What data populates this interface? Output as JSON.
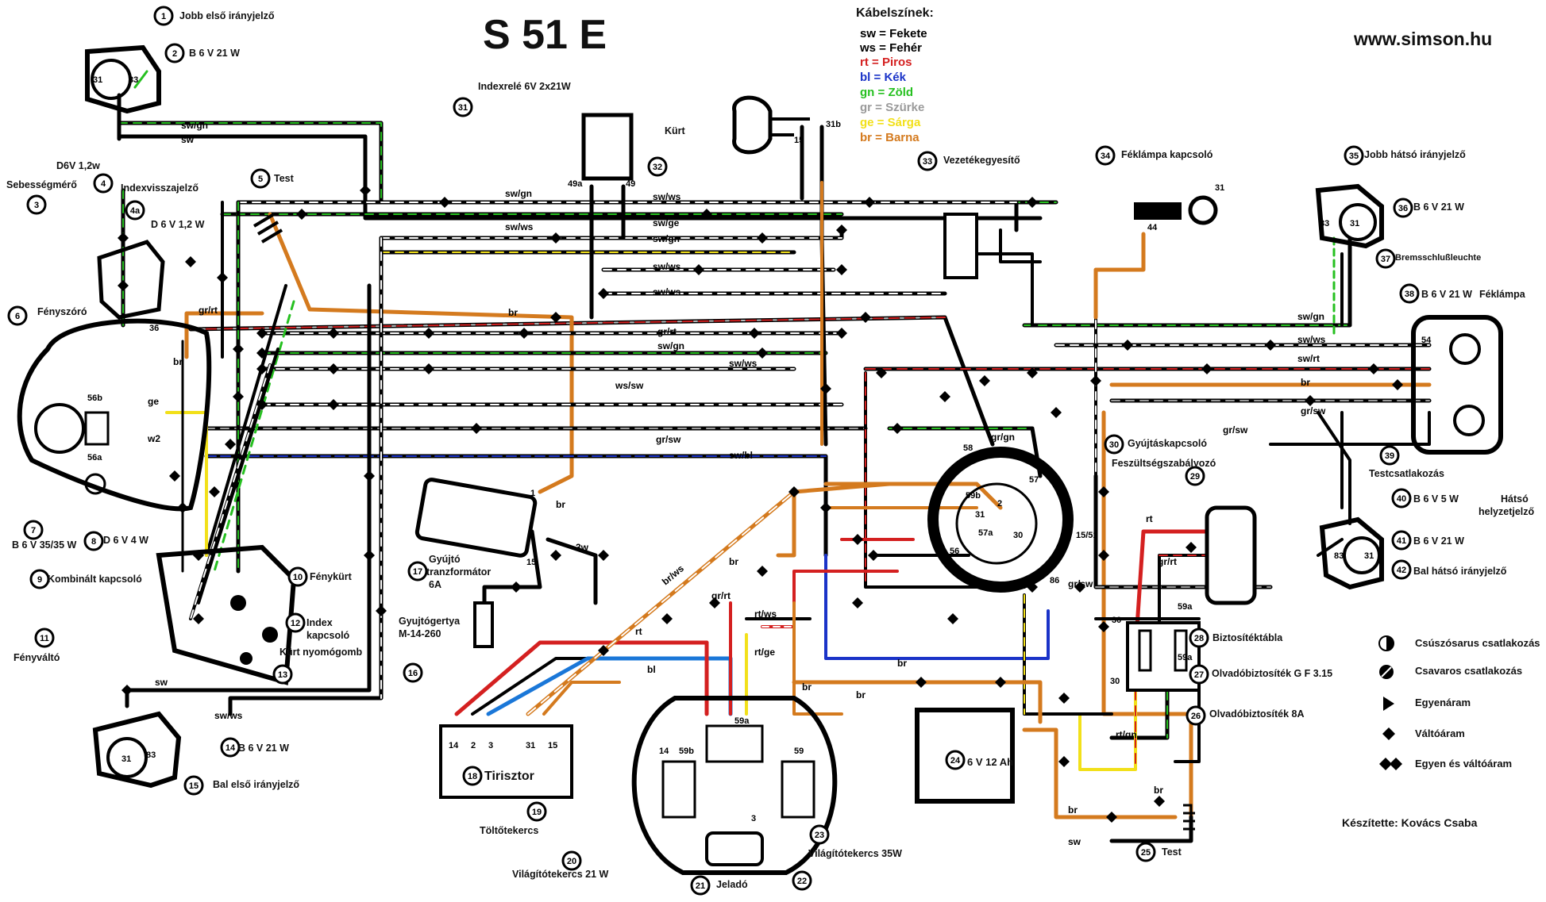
{
  "title": "S 51 E",
  "website": "www.simson.hu",
  "author": "Készítette: Kovács Csaba",
  "cable_legend": {
    "title": "Kábelszínek:",
    "items": [
      {
        "code": "sw",
        "name": "Fekete",
        "color": "#000000"
      },
      {
        "code": "ws",
        "name": "Fehér",
        "color": "#000000"
      },
      {
        "code": "rt",
        "name": "Piros",
        "color": "#d42020"
      },
      {
        "code": "bl",
        "name": "Kék",
        "color": "#1a33c8"
      },
      {
        "code": "gn",
        "name": "Zöld",
        "color": "#26c020"
      },
      {
        "code": "gr",
        "name": "Szürke",
        "color": "#9a9a9a"
      },
      {
        "code": "ge",
        "name": "Sárga",
        "color": "#f2e01a"
      },
      {
        "code": "br",
        "name": "Barna",
        "color": "#d47a1e"
      }
    ]
  },
  "components": {
    "c1": "Jobb első irányjelző",
    "c2": "B 6 V 21 W",
    "c3": "Sebességmérő",
    "c4": "Indexvisszajelző",
    "c4a": "D 6 V 1,2 W",
    "c4b": "D6V 1,2w",
    "c5": "Test",
    "c6": "Fényszóró",
    "c7": "B 6 V 35/35 W",
    "c8": "D 6 V 4 W",
    "c9": "Kombinált kapcsoló",
    "c10": "Fénykürt",
    "c11": "Fényváltó",
    "c12a": "Index",
    "c12b": "kapcsoló",
    "c13": "Kürt nyomógomb",
    "c14": "B 6 V 21 W",
    "c15": "Bal első irányjelző",
    "c16a": "Gyujtógertya",
    "c16b": "M-14-260",
    "c17a": "Gyújtó",
    "c17b": "tranzformátor",
    "c17c": "6A",
    "c18": "Tirisztor",
    "c19": "Töltőtekercs",
    "c20": "Világítótekercs 21 W",
    "c21": "Jeladó",
    "c23": "Világítótekercs 35W",
    "c24": "6 V 12 Ah",
    "c25": "Test",
    "c26": "Olvadóbiztosíték 8A",
    "c27": "Olvadóbiztosíték G F 3.15",
    "c28": "Biztosítéktábla",
    "c29": "Feszültségszabályozó",
    "c30": "Gyújtáskapcsoló",
    "c31": "Indexrelé 6V 2x21W",
    "c32": "Kürt",
    "c33": "Vezetékegyesítő",
    "c34": "Féklámpa kapcsoló",
    "c35": "Jobb hátsó irányjelző",
    "c36": "B 6 V 21 W",
    "c37": "Bremsschlußleuchte",
    "c38a": "B 6 V 21 W",
    "c38b": "Féklámpa",
    "c39": "Testcsatlakozás",
    "c40a": "B 6 V 5 W",
    "c40b": "Hátsó",
    "c40c": "helyzetjelző",
    "c41": "B 6 V 21 W",
    "c42": "Bal hátsó irányjelző"
  },
  "wire_labels": {
    "swgn1": "sw/gn",
    "sw1": "sw",
    "swgn2": "sw/gn",
    "swws1": "sw/ws",
    "swws2": "sw/ws",
    "swge": "sw/ge",
    "swgn3": "sw/gn",
    "swws3": "sw/ws",
    "swws4": "sw/ws",
    "grrt1": "gr/rt",
    "br1": "br",
    "grrt2": "gr/rt",
    "swgn4": "sw/gn",
    "swws5": "sw/ws",
    "wssw": "ws/sw",
    "grsw1": "gr/sw",
    "swbl": "sw/bl",
    "swgn5": "sw/gn",
    "swws6": "sw/ws",
    "swrt": "sw/rt",
    "br2": "br",
    "grsw2": "gr/sw",
    "grsw3": "gr/sw",
    "grsw4": "gr/sw",
    "br3": "br",
    "brws": "br/ws",
    "grrt3": "gr/rt",
    "rt1": "rt",
    "rtws": "rt/ws",
    "rtge": "rt/ge",
    "bl1": "bl",
    "br4": "br",
    "br5": "br",
    "sw2": "sw",
    "swws7": "sw/ws",
    "sw3": "3w",
    "ge1": "ge",
    "w2": "w2",
    "br6": "br",
    "grrt4": "gr/rt",
    "rtgn": "rt/gn",
    "rt2": "rt",
    "gngn": "gr/gn",
    "br7": "br",
    "br8": "br",
    "sw4": "sw",
    "br9": "br",
    "br10": "br"
  },
  "terminal_labels": {
    "t31a": "31",
    "t83a": "83",
    "t56b": "56b",
    "t56a": "56a",
    "t36": "36",
    "t49a": "49a",
    "t49": "49",
    "t31b": "31b",
    "t15": "15",
    "t44": "44",
    "t31c": "31",
    "t83b": "83",
    "t31d": "31",
    "t54": "54",
    "t58": "58",
    "t59b": "59b",
    "t31e": "31",
    "t57a": "57a",
    "t30": "30",
    "t2": "2",
    "t56": "56",
    "t57": "57",
    "t15_51": "15/51",
    "t86": "86",
    "t59a": "59a",
    "t30b": "30",
    "t59a2": "59a",
    "t30c": "30",
    "t14": "14",
    "t2b": "2",
    "t3": "3",
    "t31f": "31",
    "t15b": "15",
    "t59": "59",
    "t3b": "3",
    "t14b": "14",
    "t59b2": "59b",
    "t59a3": "59a",
    "t1": "1",
    "t15c": "15",
    "t31g": "31",
    "t83c": "83",
    "t31h": "31",
    "t83d": "83"
  },
  "symbol_legend": [
    {
      "icon": "half-circle-icon",
      "label": "Csúszósarus csatlakozás"
    },
    {
      "icon": "screw-circle-icon",
      "label": "Csavaros csatlakozás"
    },
    {
      "icon": "triangle-icon",
      "label": "Egyenáram"
    },
    {
      "icon": "diamond-icon",
      "label": "Váltóáram"
    },
    {
      "icon": "double-diamond-icon",
      "label": "Egyen és váltóáram"
    }
  ]
}
